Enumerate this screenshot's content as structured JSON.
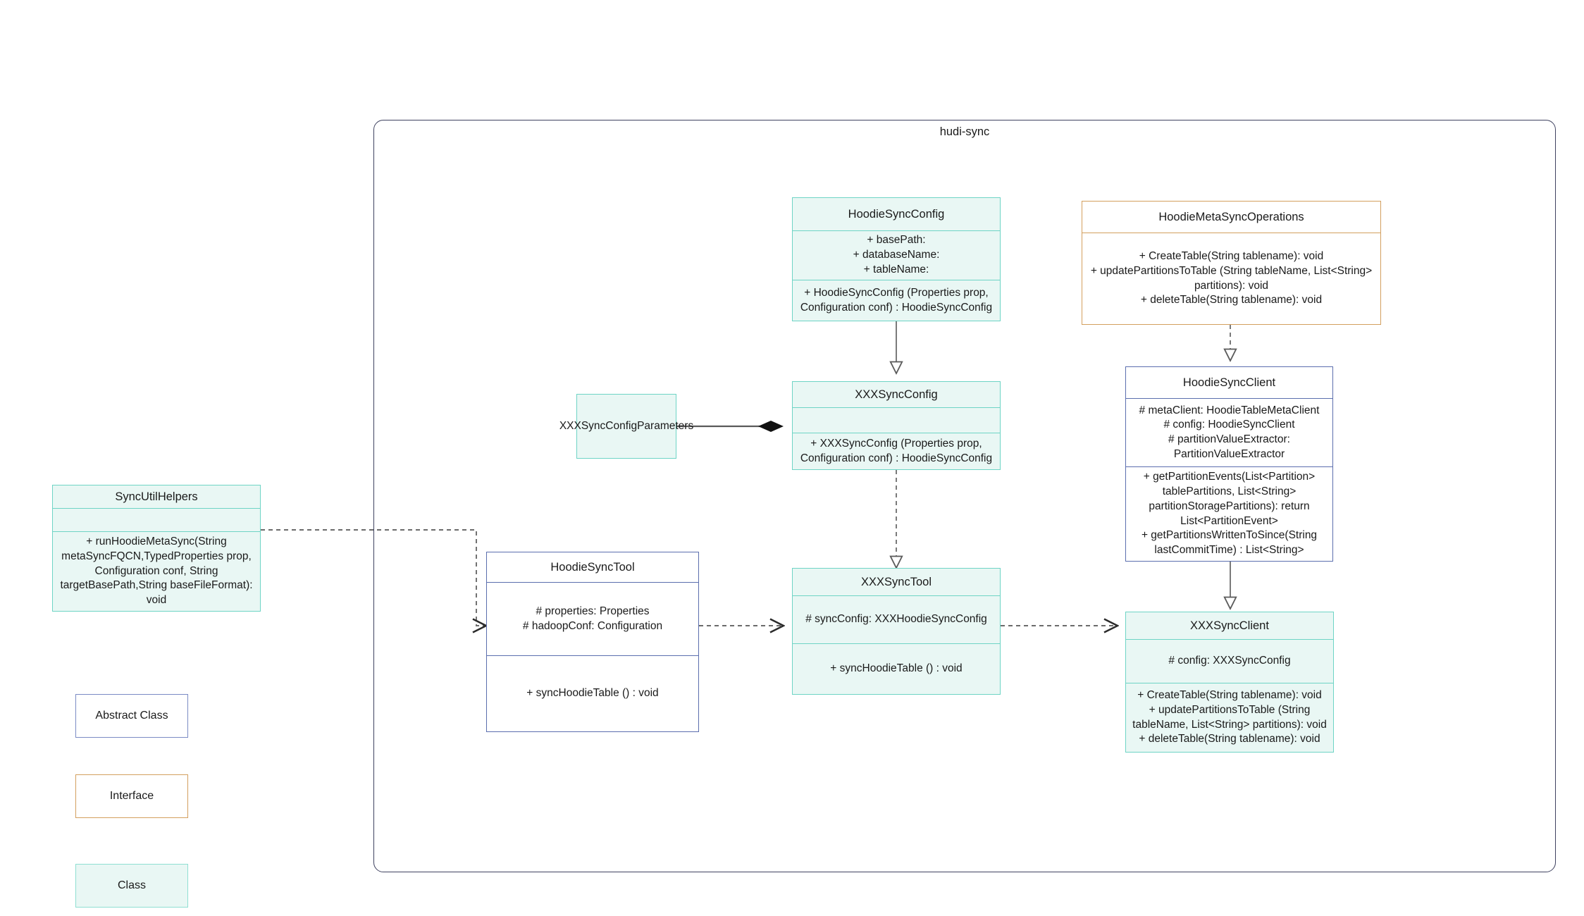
{
  "package": {
    "title": "hudi-sync"
  },
  "nodes": {
    "hoodie_sync_config": {
      "name": "HoodieSyncConfig",
      "attributes": "+    basePath:\n+   databaseName:\n+    tableName:",
      "methods": "+   HoodieSyncConfig (Properties prop, Configuration conf) : HoodieSyncConfig"
    },
    "hoodie_meta_sync_operations": {
      "name": "HoodieMetaSyncOperations",
      "methods": "+    CreateTable(String tablename): void\n+   updatePartitionsToTable (String tableName, List<String> partitions): void\n+    deleteTable(String tablename): void"
    },
    "hoodie_sync_client": {
      "name": "HoodieSyncClient",
      "attributes": "#   metaClient: HoodieTableMetaClient\n#   config: HoodieSyncClient\n#    partitionValueExtractor: PartitionValueExtractor",
      "methods": "+   getPartitionEvents(List<Partition> tablePartitions, List<String> partitionStoragePartitions): return List<PartitionEvent>\n+   getPartitionsWrittenToSince(String lastCommitTime) : List<String>"
    },
    "xxx_sync_config": {
      "name": "XXXSyncConfig",
      "attributes": "",
      "methods": "+   XXXSyncConfig (Properties prop, Configuration conf) : HoodieSyncConfig"
    },
    "xxx_sync_config_parameters": {
      "name": "XXXSyncConfigParameters"
    },
    "sync_util_helpers": {
      "name": "SyncUtilHelpers",
      "attributes": "",
      "methods": "+    runHoodieMetaSync(String metaSyncFQCN,TypedProperties prop, Configuration conf, String targetBasePath,String baseFileFormat): void"
    },
    "hoodie_sync_tool": {
      "name": "HoodieSyncTool",
      "attributes": "#   properties: Properties\n#   hadoopConf: Configuration",
      "methods": "+   syncHoodieTable () : void"
    },
    "xxx_sync_tool": {
      "name": "XXXSyncTool",
      "attributes": "#   syncConfig: XXXHoodieSyncConfig",
      "methods": "+   syncHoodieTable () : void"
    },
    "xxx_sync_client": {
      "name": "XXXSyncClient",
      "attributes": "#    config: XXXSyncConfig",
      "methods": "+   CreateTable(String tablename): void\n+   updatePartitionsToTable (String tableName, List<String> partitions): void\n+   deleteTable(String tablename): void"
    }
  },
  "legend": {
    "abstract_class": "Abstract Class",
    "interface": "Interface",
    "class": "Class"
  },
  "colors": {
    "class_border": "#6ed4c5",
    "class_fill": "#e9f7f4",
    "abstract_border": "#5b6eae",
    "interface_border": "#d39f5e",
    "package_border": "#3f4260",
    "edge": "#6b6b6b"
  }
}
